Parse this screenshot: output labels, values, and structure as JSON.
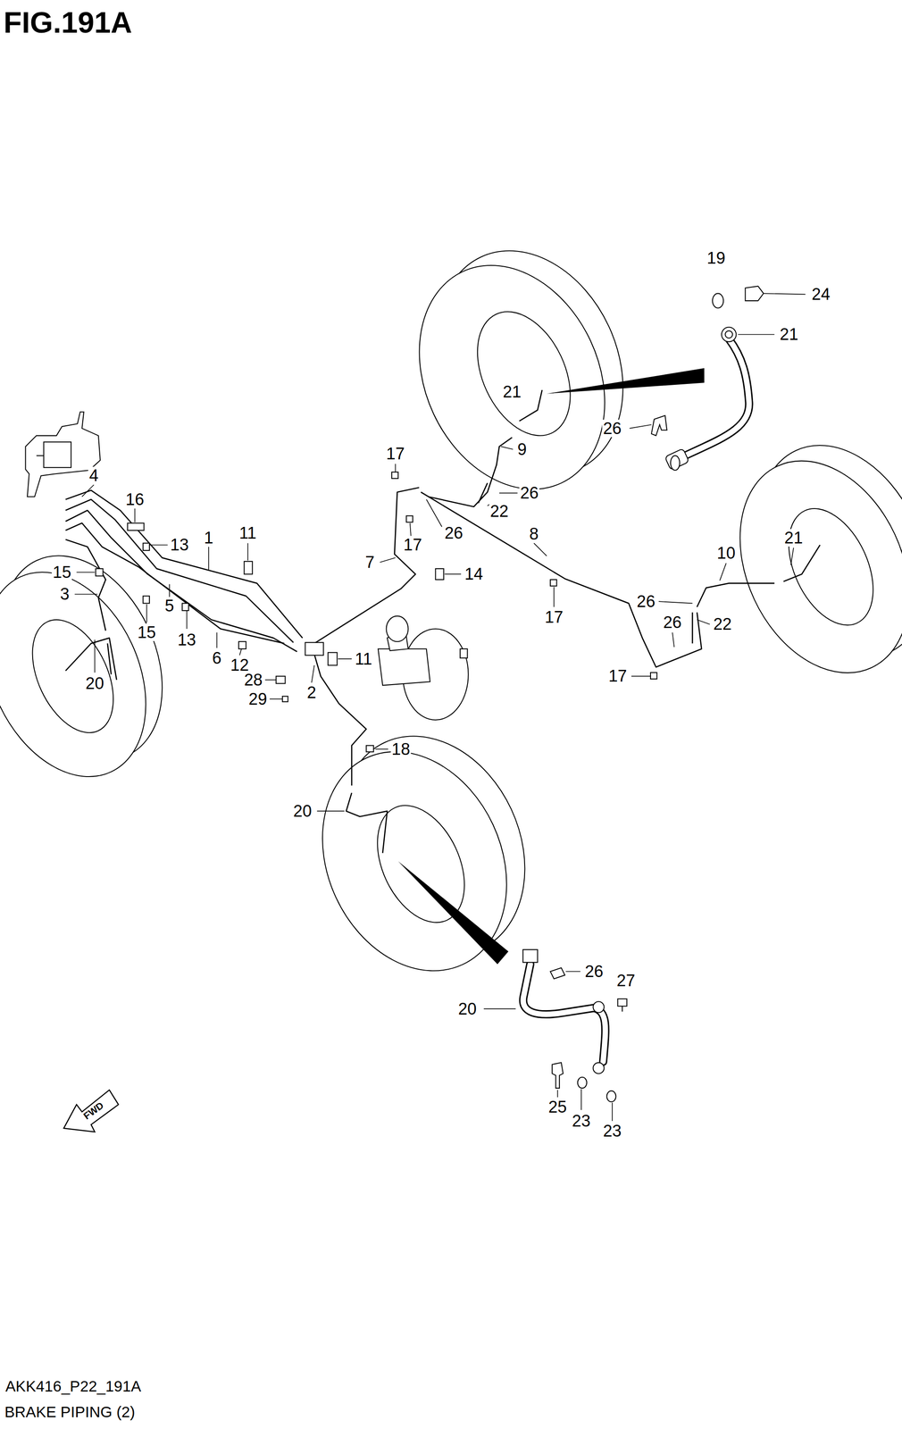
{
  "diagram": {
    "title": "FIG.191A",
    "caption": "BRAKE PIPING (2)",
    "labels": [
      "AKK416_P22_191A",
      "19",
      "24",
      "21",
      "21",
      "26",
      "9",
      "17",
      "4",
      "16",
      "26",
      "22",
      "11",
      "13",
      "1",
      "26",
      "17",
      "8",
      "7",
      "14",
      "15",
      "10",
      "21",
      "3",
      "5",
      "15",
      "13",
      "17",
      "26",
      "26",
      "22",
      "6",
      "12",
      "11",
      "20",
      "28",
      "17",
      "2",
      "29",
      "18",
      "20",
      "26",
      "27",
      "20",
      "25",
      "23",
      "23",
      "FWD"
    ]
  }
}
